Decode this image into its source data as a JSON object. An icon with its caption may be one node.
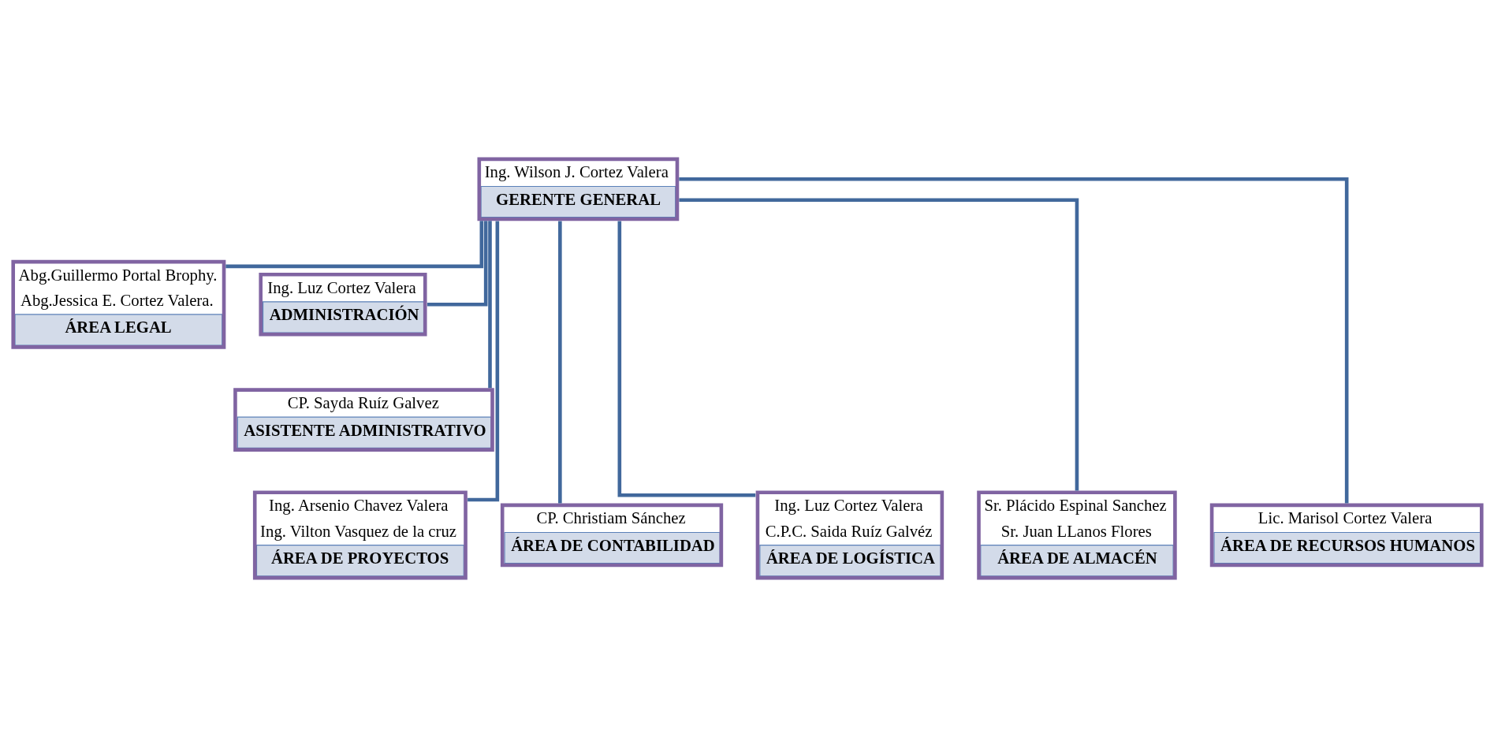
{
  "diagram": {
    "nodes": [
      {
        "text": [
          "Ing. Wilson J. Cortez Valera",
          "GERENTE GENERAL"
        ]
      },
      {
        "text": [
          "Abg.Guillermo Portal Brophy.",
          "Abg.Jessica E. Cortez Valera.",
          "ÁREA LEGAL"
        ]
      },
      {
        "text": [
          "Ing. Luz Cortez Valera",
          "ADMINISTRACIÓN"
        ]
      },
      {
        "text": [
          "CP. Sayda Ruíz Galvez",
          "ASISTENTE ADMINISTRATIVO"
        ]
      },
      {
        "text": [
          "Ing. Arsenio Chavez Valera",
          "Ing. Vilton Vasquez de la cruz",
          "ÁREA DE PROYECTOS"
        ]
      },
      {
        "text": [
          "CP. Christiam Sánchez",
          "ÁREA DE CONTABILIDAD"
        ]
      },
      {
        "text": [
          "Ing. Luz Cortez Valera",
          "C.P.C. Saida Ruíz Galvéz",
          "ÁREA DE LOGÍSTICA"
        ]
      },
      {
        "text": [
          "Sr. Plácido Espinal Sanchez",
          "Sr. Juan LLanos Flores",
          "ÁREA DE ALMACÉN"
        ]
      },
      {
        "text": [
          "Lic. Marisol Cortez Valera",
          "ÁREA DE RECURSOS HUMANOS"
        ]
      }
    ],
    "edges": [
      {
        "from": 0,
        "to": 1,
        "arrow": "none"
      },
      {
        "from": 0,
        "to": 2,
        "arrow": "none"
      },
      {
        "from": 0,
        "to": 3,
        "arrow": "none"
      },
      {
        "from": 0,
        "to": 4,
        "arrow": "none"
      },
      {
        "from": 0,
        "to": 5,
        "arrow": "none"
      },
      {
        "from": 0,
        "to": 6,
        "arrow": "none"
      },
      {
        "from": 0,
        "to": 7,
        "arrow": "none"
      },
      {
        "from": 0,
        "to": 8,
        "arrow": "none"
      }
    ]
  }
}
